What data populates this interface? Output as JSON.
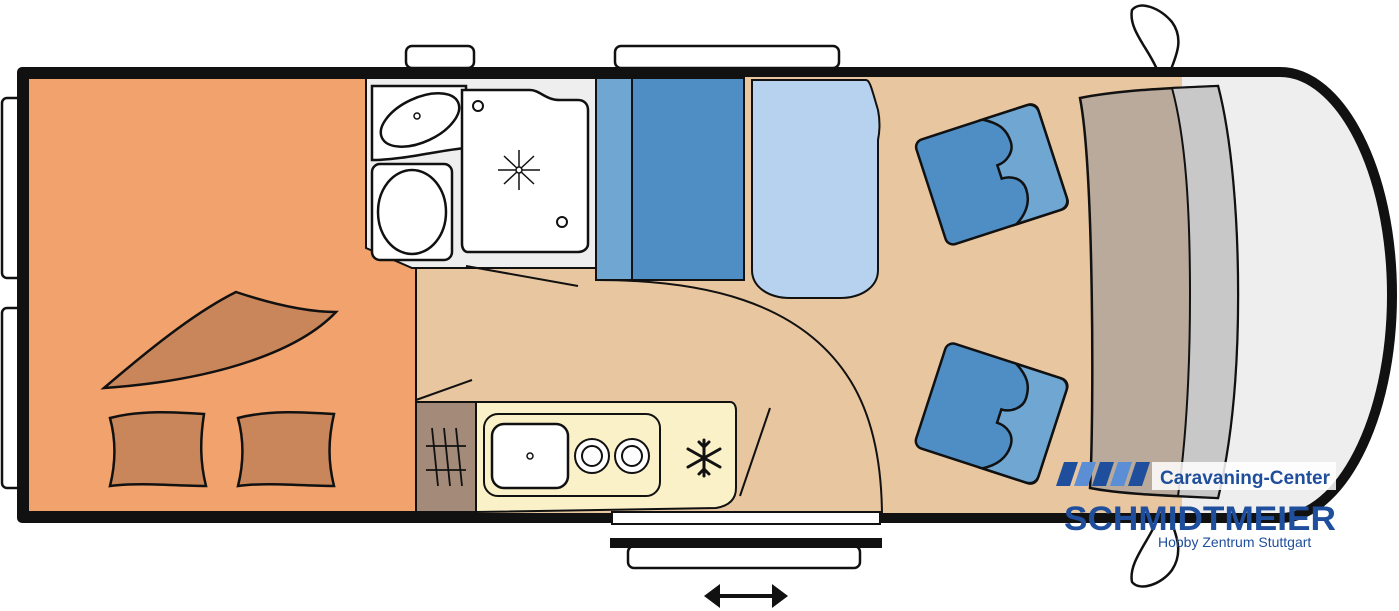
{
  "logo": {
    "line1": "Caravaning-Center",
    "line2": "SCHMIDTMEIER",
    "line3": "Hobby Zentrum Stuttgart"
  },
  "colors": {
    "outline": "#111111",
    "bedroom": "#f2a26c",
    "pillow": "#c8865a",
    "floor": "#e8c6a0",
    "bathroom": "#eeeeee",
    "seat_dark": "#4e8ec4",
    "seat_light": "#6fa6d2",
    "sofa_light": "#b7d2ee",
    "kitchen": "#fbf1c9",
    "wardrobe": "#a48a78",
    "dashboard": "#b9aa9c",
    "cab": "#eeeeee",
    "logo_blue": "#1f4e9c"
  },
  "icons": {
    "door_arrow": "double-arrow-icon",
    "fridge": "snowflake-icon",
    "shower_drain": "drain-icon"
  }
}
